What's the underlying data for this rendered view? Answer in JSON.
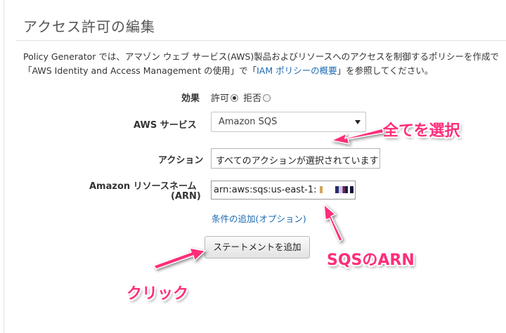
{
  "page": {
    "title": "アクセス許可の編集"
  },
  "intro": {
    "line1": "Policy Generator では、アマゾン ウェブ サービス(AWS)製品およびリソースへのアクセスを制御するポリシーを作成で",
    "line2_prefix": "「AWS Identity and Access Management の使用」で「",
    "line2_link": "IAM ポリシーの概要",
    "line2_suffix": "」を参照してください。"
  },
  "form": {
    "effect_label": "効果",
    "effect_allow": "許可",
    "effect_deny": "拒否",
    "effect_selected": "許可",
    "service_label": "AWS サービス",
    "service_value": "Amazon SQS",
    "action_label": "アクション",
    "action_value": "すべてのアクションが選択されています",
    "arn_label_line1": "Amazon リソースネーム",
    "arn_label_line2": "(ARN)",
    "arn_value": "arn:aws:sqs:us-east-1:",
    "add_condition": "条件の追加(オプション)",
    "add_statement": "ステートメントを追加"
  },
  "annotations": {
    "select_all": "全てを選択",
    "sqs_arn": "SQSのARN",
    "click": "クリック",
    "color": "#ff2d7a"
  }
}
